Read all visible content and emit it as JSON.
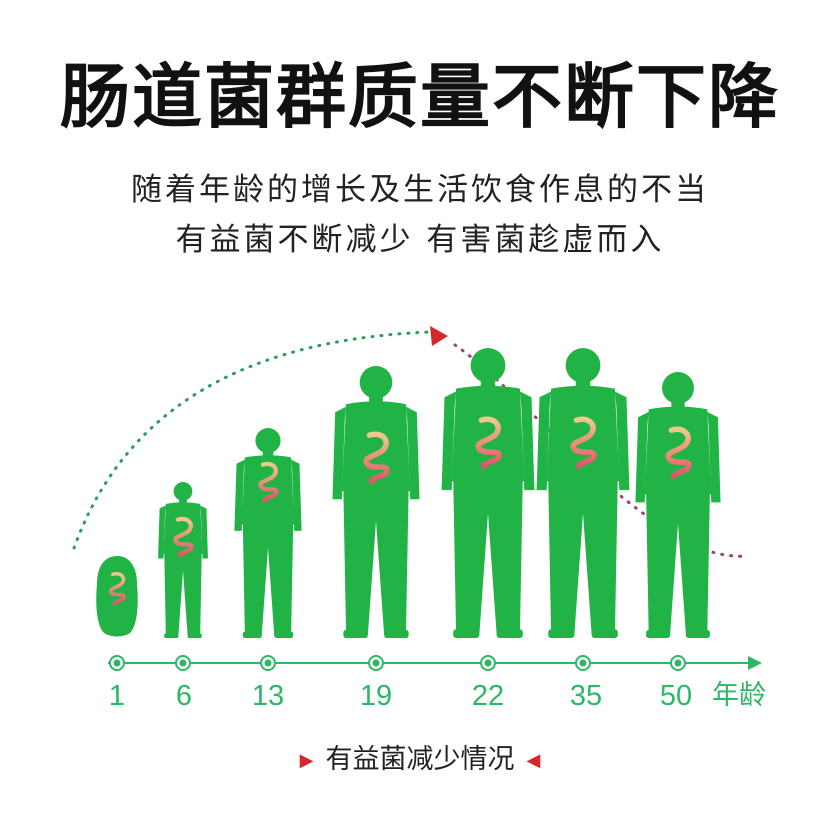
{
  "title": "肠道菌群质量不断下降",
  "subtitle_line1": "随着年龄的增长及生活饮食作息的不当",
  "subtitle_line2": "有益菌不断减少 有害菌趁虚而入",
  "ages": [
    "1",
    "6",
    "13",
    "19",
    "22",
    "35",
    "50"
  ],
  "age_unit": "年龄",
  "legend": "有益菌减少情况",
  "colors": {
    "figure": "#22b347",
    "timeline": "#2db866",
    "accent": "#d4282b",
    "curve_rise": "#2e9d55",
    "curve_fall": "#a0407a"
  },
  "icons": {
    "figure": "person-silhouette-icon",
    "intestine": "intestine-icon",
    "arrow": "arrow-head-icon"
  }
}
